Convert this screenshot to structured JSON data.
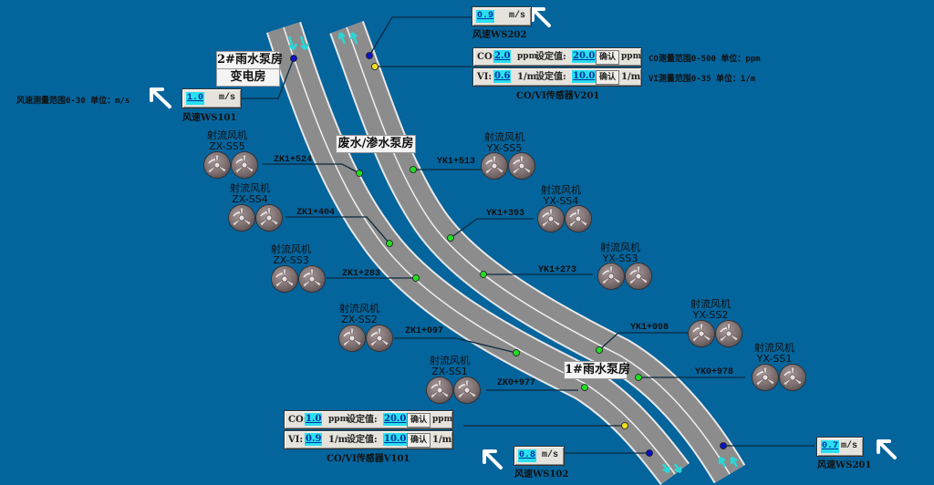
{
  "rooms": {
    "rain_pump_2": "2#雨水泵房",
    "substation": "变电房",
    "waste_pump": "废水/渗水泵房",
    "rain_pump_1": "1#雨水泵房"
  },
  "wind_speed_range": "风速测量范围0-30 单位：m/s",
  "wind_sensors": [
    {
      "id": "WS101",
      "caption": "风速WS101",
      "value": "1.0",
      "unit": "m/s"
    },
    {
      "id": "WS202",
      "caption": "风速WS202",
      "value": "0.9",
      "unit": "m/s"
    },
    {
      "id": "WS102",
      "caption": "风速WS102",
      "value": "0.8",
      "unit": "m/s"
    },
    {
      "id": "WS201",
      "caption": "风速WS201",
      "value": "0.7",
      "unit": "m/s"
    }
  ],
  "co_vi_sensors": [
    {
      "id": "V201",
      "caption": "CO/VI传感器V201",
      "co": {
        "label": "CO:",
        "value": "2.0",
        "unit": "ppm",
        "setpoint_label": "设定值:",
        "setpoint": "20.0",
        "confirm": "确认",
        "set_unit": "ppm"
      },
      "vi": {
        "label": "VI:",
        "value": "0.6",
        "unit": "1/m",
        "setpoint_label": "设定值:",
        "setpoint": "10.0",
        "confirm": "确认",
        "set_unit": "1/m"
      }
    },
    {
      "id": "V101",
      "caption": "CO/VI传感器V101",
      "co": {
        "label": "CO:",
        "value": "1.0",
        "unit": "ppm",
        "setpoint_label": "设定值:",
        "setpoint": "20.0",
        "confirm": "确认",
        "set_unit": "ppm"
      },
      "vi": {
        "label": "VI:",
        "value": "0.9",
        "unit": "1/m",
        "setpoint_label": "设定值:",
        "setpoint": "10.0",
        "confirm": "确认",
        "set_unit": "1/m"
      }
    }
  ],
  "ranges": {
    "co": "CO测量范围0-500 单位：ppm",
    "vi": "VI测量范围0-35 单位：1/m"
  },
  "fans": [
    {
      "title": "射流风机",
      "id": "ZX-SS5",
      "station": "ZK1+524"
    },
    {
      "title": "射流风机",
      "id": "ZX-SS4",
      "station": "ZK1+404"
    },
    {
      "title": "射流风机",
      "id": "ZX-SS3",
      "station": "ZK1+283"
    },
    {
      "title": "射流风机",
      "id": "ZX-SS2",
      "station": "ZK1+097"
    },
    {
      "title": "射流风机",
      "id": "ZX-SS1",
      "station": "ZK0+977"
    },
    {
      "title": "射流风机",
      "id": "YX-SS5",
      "station": "YK1+513"
    },
    {
      "title": "射流风机",
      "id": "YX-SS4",
      "station": "YK1+393"
    },
    {
      "title": "射流风机",
      "id": "YX-SS3",
      "station": "YK1+273"
    },
    {
      "title": "射流风机",
      "id": "YX-SS2",
      "station": "YK1+098"
    },
    {
      "title": "射流风机",
      "id": "YX-SS1",
      "station": "YK0+978"
    }
  ],
  "colors": {
    "background": "#04649c",
    "road": "#8c8c8c",
    "value_highlight": "#28e0f0",
    "fan_marker": "#22dd22",
    "wind_marker": "#0a10c8",
    "covi_marker": "#f0e020",
    "direction_arrow": "#28d8d8"
  }
}
